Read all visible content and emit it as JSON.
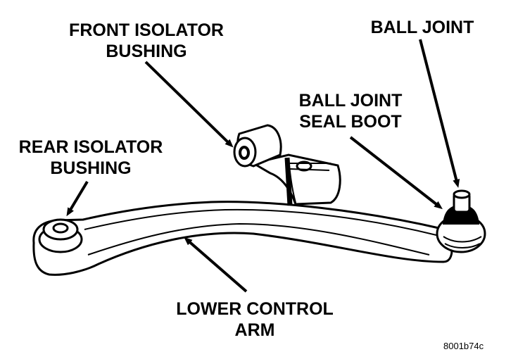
{
  "labels": {
    "front_isolator_bushing": [
      "FRONT ISOLATOR",
      "BUSHING"
    ],
    "ball_joint": "BALL JOINT",
    "ball_joint_seal_boot": [
      "BALL JOINT",
      "SEAL BOOT"
    ],
    "rear_isolator_bushing": [
      "REAR ISOLATOR",
      "BUSHING"
    ],
    "lower_control_arm": [
      "LOWER CONTROL",
      "ARM"
    ]
  },
  "figure_code": "8001b74c",
  "colors": {
    "ink": "#000000",
    "paper": "#ffffff"
  }
}
